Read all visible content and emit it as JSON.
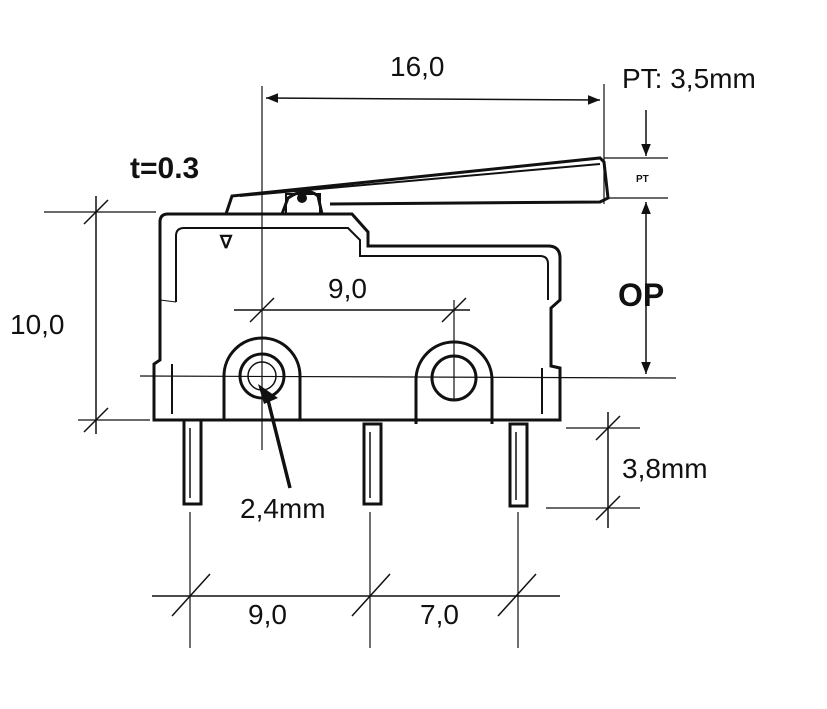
{
  "dimensions": {
    "lever_length": "16,0",
    "pt": "PT: 3,5mm",
    "pt_small": "PT",
    "thickness": "t=0.3",
    "op": "OP",
    "height": "10,0",
    "hole_spacing": "9,0",
    "hole_diameter": "2,4mm",
    "pin_length": "3,8mm",
    "pin_spacing_left": "9,0",
    "pin_spacing_right": "7,0"
  },
  "body_mark": "∇",
  "colors": {
    "ink": "#111111",
    "background": "#ffffff"
  }
}
